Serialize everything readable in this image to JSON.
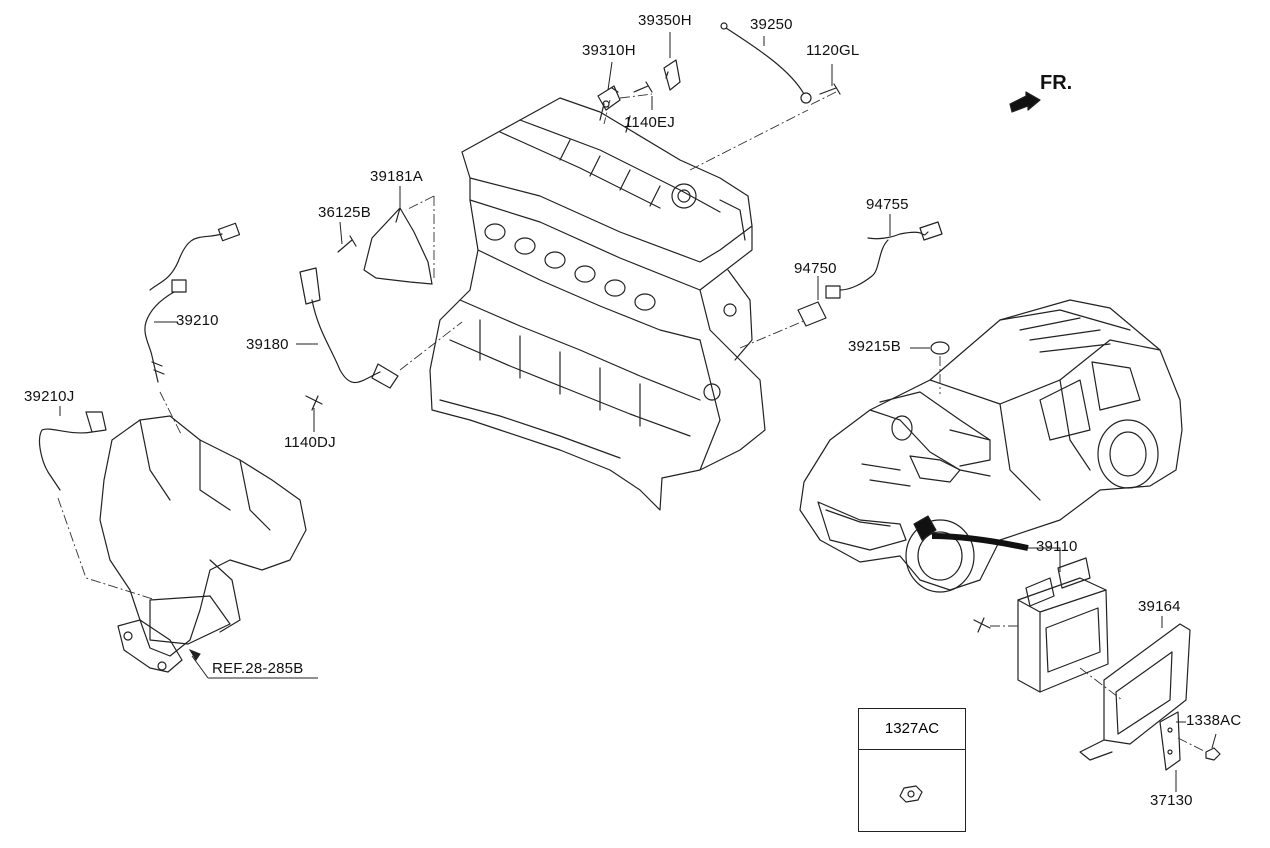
{
  "diagram": {
    "front_indicator": "FR.",
    "labels": {
      "p39350H": "39350H",
      "p39310H": "39310H",
      "p39250": "39250",
      "p1120GL": "1120GL",
      "p1140EJ": "1140EJ",
      "p39181A": "39181A",
      "p36125B": "36125B",
      "p94755": "94755",
      "p94750": "94750",
      "p39210": "39210",
      "p39180": "39180",
      "p39215B": "39215B",
      "p39210J": "39210J",
      "p1140DJ": "1140DJ",
      "p39110": "39110",
      "p39164": "39164",
      "p1338AC": "1338AC",
      "p37130": "37130",
      "ref": "REF.28-285B"
    },
    "inset": {
      "part_number": "1327AC"
    }
  }
}
